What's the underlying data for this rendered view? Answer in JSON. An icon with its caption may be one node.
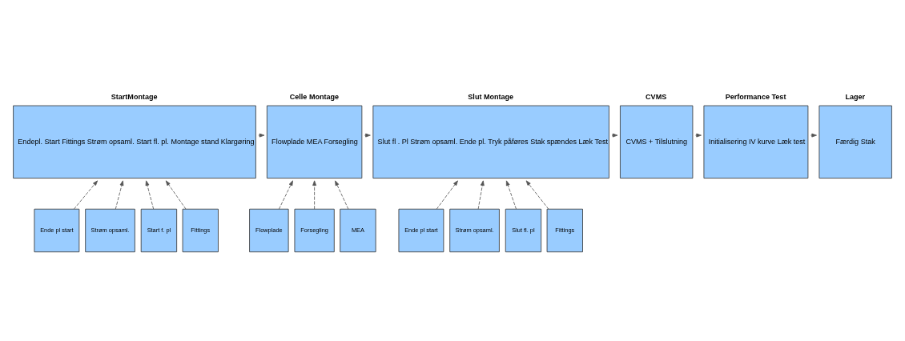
{
  "diagram": {
    "nodes": [
      {
        "text": [
          "StartMontage",
          "Endepl. Start Fittings Strøm opsaml. Start fl. pl. Montage stand Klargøring"
        ]
      },
      {
        "text": [
          "Celle Montage",
          "Flowplade MEA Forsegling"
        ]
      },
      {
        "text": [
          "Slut Montage",
          "Slut fl . Pl Strøm opsaml. Ende pl. Tryk påføres Stak spændes Læk Test"
        ]
      },
      {
        "text": [
          "CVMS",
          "CVMS + Tilslutning"
        ]
      },
      {
        "text": [
          "Performance Test",
          "Initialisering IV kurve Læk test"
        ]
      },
      {
        "text": [
          "Lager",
          "Færdig Stak"
        ]
      },
      {
        "text": [
          "Ende pl start"
        ]
      },
      {
        "text": [
          "Strøm opsaml."
        ]
      },
      {
        "text": [
          "Start f. pl"
        ]
      },
      {
        "text": [
          "Fittings"
        ]
      },
      {
        "text": [
          "Flowplade"
        ]
      },
      {
        "text": [
          "Forsegling"
        ]
      },
      {
        "text": [
          "MEA"
        ]
      },
      {
        "text": [
          "Ende pl start"
        ]
      },
      {
        "text": [
          "Strøm opsaml."
        ]
      },
      {
        "text": [
          "Slut fl. pl"
        ]
      },
      {
        "text": [
          "Fittings"
        ]
      }
    ],
    "edges": [
      {
        "from": 0,
        "to": 1,
        "arrow": "to"
      },
      {
        "from": 1,
        "to": 2,
        "arrow": "to"
      },
      {
        "from": 2,
        "to": 3,
        "arrow": "to"
      },
      {
        "from": 3,
        "to": 4,
        "arrow": "to"
      },
      {
        "from": 4,
        "to": 5,
        "arrow": "to"
      },
      {
        "from": 6,
        "to": 0,
        "arrow": "to",
        "style": "dashed"
      },
      {
        "from": 7,
        "to": 0,
        "arrow": "to",
        "style": "dashed"
      },
      {
        "from": 8,
        "to": 0,
        "arrow": "to",
        "style": "dashed"
      },
      {
        "from": 9,
        "to": 0,
        "arrow": "to",
        "style": "dashed"
      },
      {
        "from": 10,
        "to": 1,
        "arrow": "to",
        "style": "dashed"
      },
      {
        "from": 11,
        "to": 1,
        "arrow": "to",
        "style": "dashed"
      },
      {
        "from": 12,
        "to": 1,
        "arrow": "to",
        "style": "dashed"
      },
      {
        "from": 13,
        "to": 2,
        "arrow": "to",
        "style": "dashed"
      },
      {
        "from": 14,
        "to": 2,
        "arrow": "to",
        "style": "dashed"
      },
      {
        "from": 15,
        "to": 2,
        "arrow": "to",
        "style": "dashed"
      },
      {
        "from": 16,
        "to": 2,
        "arrow": "to",
        "style": "dashed"
      }
    ]
  }
}
